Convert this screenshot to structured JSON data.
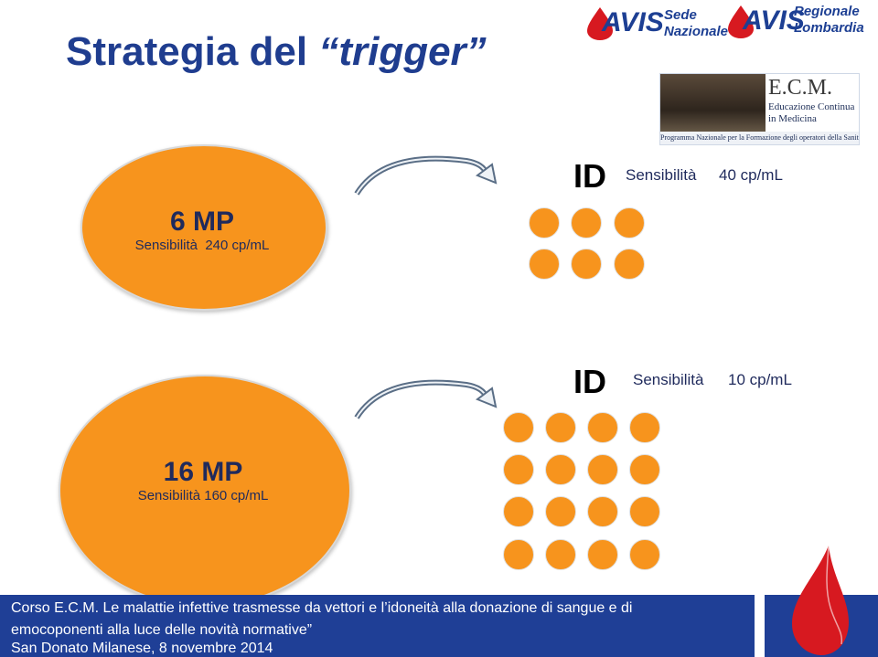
{
  "title": {
    "main": "Strategia del ",
    "italic": "“trigger”"
  },
  "logos": {
    "left": {
      "brand": "AVIS",
      "line1": "Sede",
      "line2": "Nazionale"
    },
    "right": {
      "brand": "AVIS",
      "line1": "Regionale",
      "line2": "Lombardia"
    }
  },
  "ecm": {
    "title": "E.C.M.",
    "sub1": "Educazione Continua",
    "sub2": "in Medicina",
    "band": "Programma Nazionale per la Formazione degli operatori della Sanità"
  },
  "top": {
    "mp": "6 MP",
    "mp_sens": "Sensibilità  240 cp/mL",
    "id": "ID",
    "id_sens_label": "Sensibilità",
    "id_sens_value": "40 cp/mL"
  },
  "bottom": {
    "mp": "16 MP",
    "mp_sens": "Sensibilità 160 cp/mL",
    "id": "ID",
    "id_sens_label": "Sensibilità",
    "id_sens_value": "10 cp/mL"
  },
  "footer": {
    "line1": "Corso E.C.M. Le malattie infettive trasmesse da vettori e l’idoneità alla donazione di sangue e di",
    "line2": "emocoponenti alla luce delle novità normative”",
    "line3": "San Donato Milanese, 8 novembre 2014"
  },
  "colors": {
    "orange": "#f7941d",
    "blue": "#1f3f96",
    "title_blue": "#1f3d8f",
    "drop_red": "#d71920"
  }
}
